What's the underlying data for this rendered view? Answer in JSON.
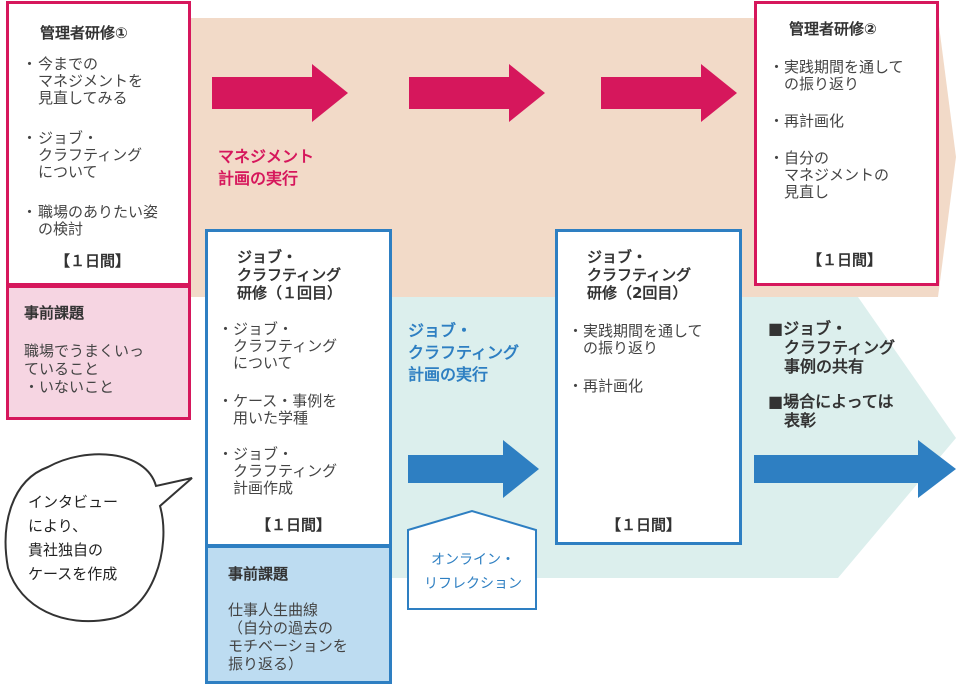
{
  "colors": {
    "pink": "#d6175c",
    "blue": "#2e7fc2",
    "peach": "#f2dac8",
    "mint": "#dcefed",
    "pink_fill": "#f6d5e2",
    "blue_fill": "#bddcf1"
  },
  "admin1": {
    "title": "管理者研修①",
    "items": [
      "今までの\nマネジメントを\n見直してみる",
      "ジョブ・\nクラフティング\nについて",
      "職場のありたい姿\nの検討"
    ],
    "days": "【１日間】"
  },
  "admin_pre": {
    "title": "事前課題",
    "body": "職場でうまくいっ\nていること\n・いないこと"
  },
  "job1": {
    "title": "ジョブ・\nクラフティング\n研修（１回目）",
    "items": [
      "ジョブ・\nクラフティング\nについて",
      "ケース・事例を\n用いた学種",
      "ジョブ・\nクラフティング\n計画作成"
    ],
    "days": "【１日間】"
  },
  "job_pre": {
    "title": "事前課題",
    "body": "仕事人生曲線\n（自分の過去の\nモチベーションを\n振り返る）"
  },
  "job2": {
    "title": "ジョブ・\nクラフティング\n研修（2回目）",
    "items": [
      "実践期間を通して\nの振り返り",
      "再計画化"
    ],
    "days": "【１日間】"
  },
  "admin2": {
    "title": "管理者研修②",
    "items": [
      "実践期間を通して\nの振り返り",
      "再計画化",
      "自分の\nマネジメントの\n見直し"
    ],
    "days": "【１日間】"
  },
  "labels": {
    "mgmt_exec": "マネジメント\n計画の実行",
    "job_exec": "ジョブ・\nクラフティング\n計画の実行",
    "online": "オンライン・\nリフレクション",
    "outcome1": "■ジョブ・\n　クラフティング\n　事例の共有",
    "outcome2": "■場合によっては\n　表彰",
    "speech": "インタビュー\nにより、\n貴社独自の\nケースを作成"
  },
  "bullet": "・"
}
